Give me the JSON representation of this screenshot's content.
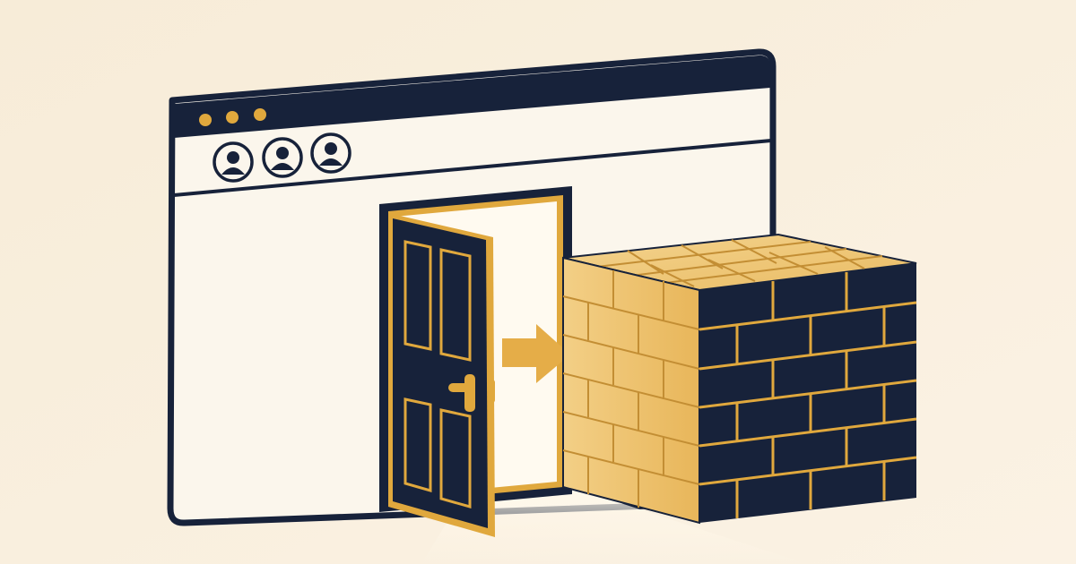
{
  "colors": {
    "background": "#f8eedc",
    "navy": "#17223a",
    "gold": "#e0a83d",
    "light_gold": "#f3cf86",
    "window_fill": "#fbf6ec",
    "doorway_light": "#fffaf0"
  },
  "window": {
    "traffic_lights": [
      "dot",
      "dot",
      "dot"
    ],
    "avatars": [
      {
        "icon": "user-avatar-icon"
      },
      {
        "icon": "user-avatar-icon"
      },
      {
        "icon": "user-avatar-icon"
      }
    ]
  },
  "scene": {
    "door_state": "open",
    "arrow_direction": "right",
    "obstacle": "brick-wall"
  }
}
